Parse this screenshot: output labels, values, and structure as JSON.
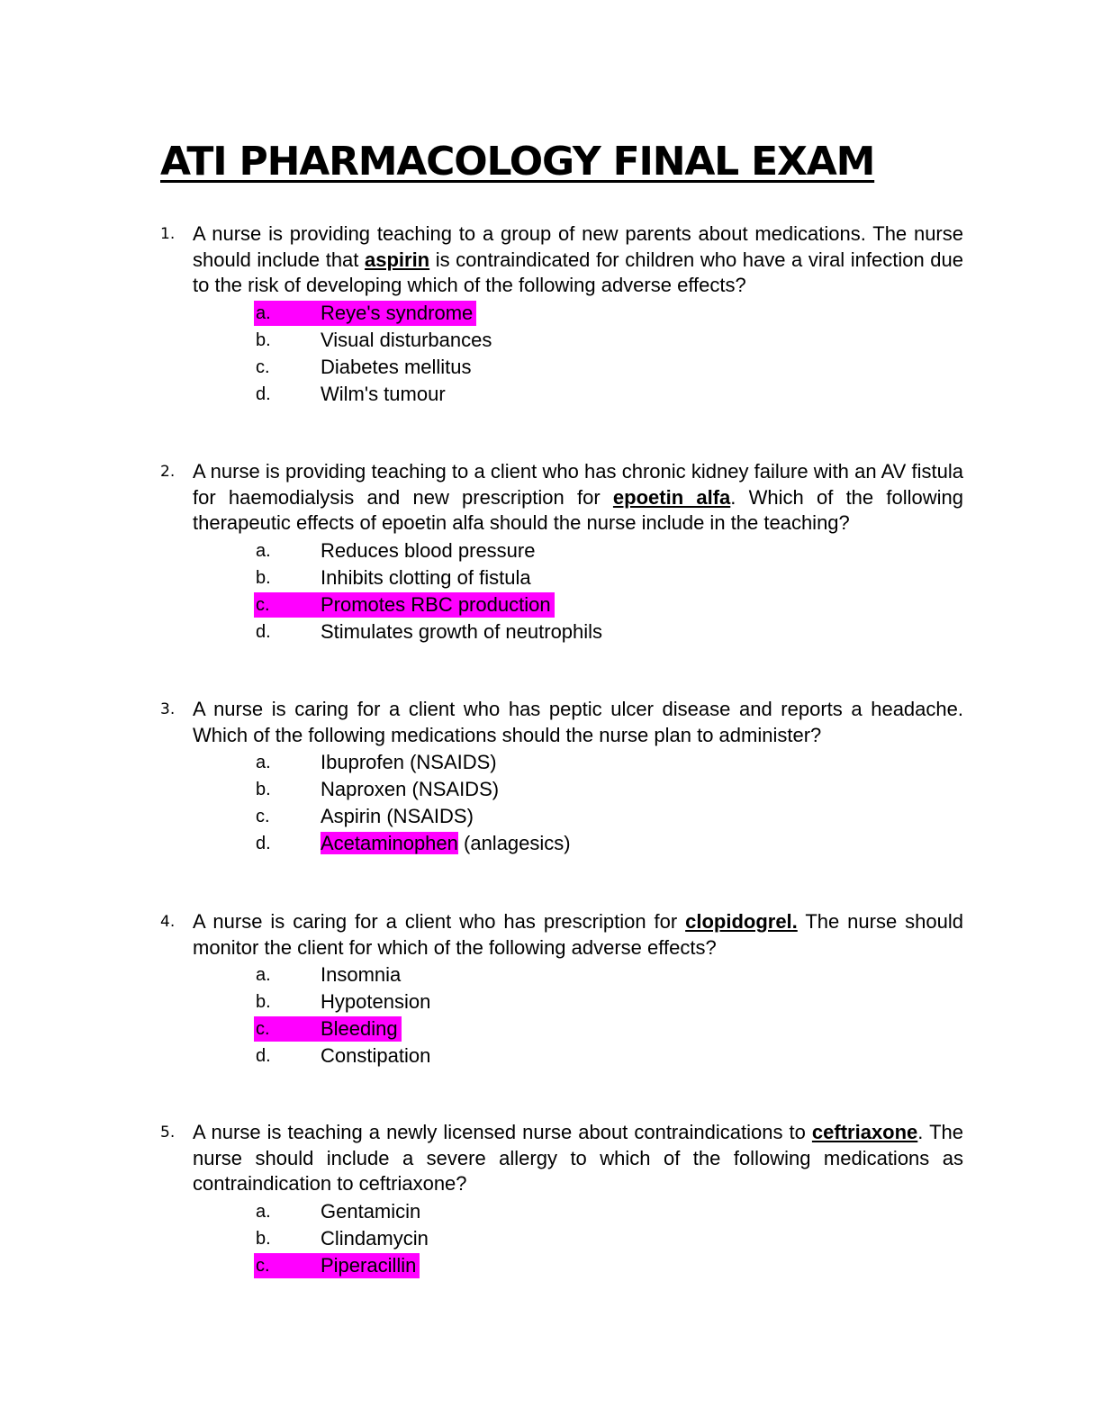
{
  "title": "ATI PHARMACOLOGY FINAL EXAM",
  "highlight_color": "#ff00ff",
  "questions": [
    {
      "number": "1.",
      "text_before": "A nurse is providing teaching to a group of new parents about medications. The nurse should include that ",
      "keyword": "aspirin",
      "text_after": " is contraindicated for children who have a viral infection due to the risk of developing which of the following adverse effects?",
      "options": [
        {
          "letter": "a.",
          "text": "Reye's syndrome",
          "suffix": "",
          "correct": true
        },
        {
          "letter": "b.",
          "text": "Visual disturbances",
          "suffix": "",
          "correct": false
        },
        {
          "letter": "c.",
          "text": "Diabetes mellitus",
          "suffix": "",
          "correct": false
        },
        {
          "letter": "d.",
          "text": "Wilm's tumour",
          "suffix": "",
          "correct": false
        }
      ]
    },
    {
      "number": "2.",
      "text_before": "A nurse is providing teaching to a client who has chronic kidney failure with an AV fistula for haemodialysis and new prescription for ",
      "keyword": "epoetin alfa",
      "text_after": ". Which of the following therapeutic effects of epoetin alfa should the nurse include in the teaching?",
      "options": [
        {
          "letter": "a.",
          "text": "Reduces blood pressure",
          "suffix": "",
          "correct": false
        },
        {
          "letter": "b.",
          "text": "Inhibits clotting of fistula",
          "suffix": "",
          "correct": false
        },
        {
          "letter": "c.",
          "text": "Promotes RBC production",
          "suffix": "",
          "correct": true
        },
        {
          "letter": "d.",
          "text": "Stimulates growth of neutrophils",
          "suffix": "",
          "correct": false
        }
      ]
    },
    {
      "number": "3.",
      "text_before": "A nurse is caring for a client who has peptic ulcer disease and reports a headache. Which of the following medications should the nurse plan to administer?",
      "keyword": "",
      "text_after": "",
      "options": [
        {
          "letter": "a.",
          "text": "Ibuprofen (NSAIDS)",
          "suffix": "",
          "correct": false
        },
        {
          "letter": "b.",
          "text": "Naproxen (NSAIDS)",
          "suffix": "",
          "correct": false
        },
        {
          "letter": "c.",
          "text": "Aspirin (NSAIDS)",
          "suffix": "",
          "correct": false
        },
        {
          "letter": "d.",
          "text": "Acetaminophen",
          "suffix": " (anlagesics)",
          "correct": true,
          "letter_plain": true
        }
      ]
    },
    {
      "number": "4.",
      "text_before": "A nurse is caring for a client who has prescription for ",
      "keyword": "clopidogrel.",
      "text_after": " The nurse should monitor the client for which of the following adverse effects?",
      "options": [
        {
          "letter": "a.",
          "text": "Insomnia",
          "suffix": "",
          "correct": false
        },
        {
          "letter": "b.",
          "text": "Hypotension",
          "suffix": "",
          "correct": false
        },
        {
          "letter": "c.",
          "text": "Bleeding",
          "suffix": "",
          "correct": true
        },
        {
          "letter": "d.",
          "text": "Constipation",
          "suffix": "",
          "correct": false
        }
      ]
    },
    {
      "number": "5.",
      "text_before": "A nurse is teaching a newly licensed nurse about contraindications to ",
      "keyword": "ceftriaxone",
      "text_after": ". The nurse should include a severe allergy to which of the following medications as contraindication to ceftriaxone?",
      "options": [
        {
          "letter": "a.",
          "text": "Gentamicin",
          "suffix": "",
          "correct": false
        },
        {
          "letter": "b.",
          "text": "Clindamycin",
          "suffix": "",
          "correct": false
        },
        {
          "letter": "c.",
          "text": "Piperacillin",
          "suffix": "",
          "correct": true
        }
      ]
    }
  ]
}
